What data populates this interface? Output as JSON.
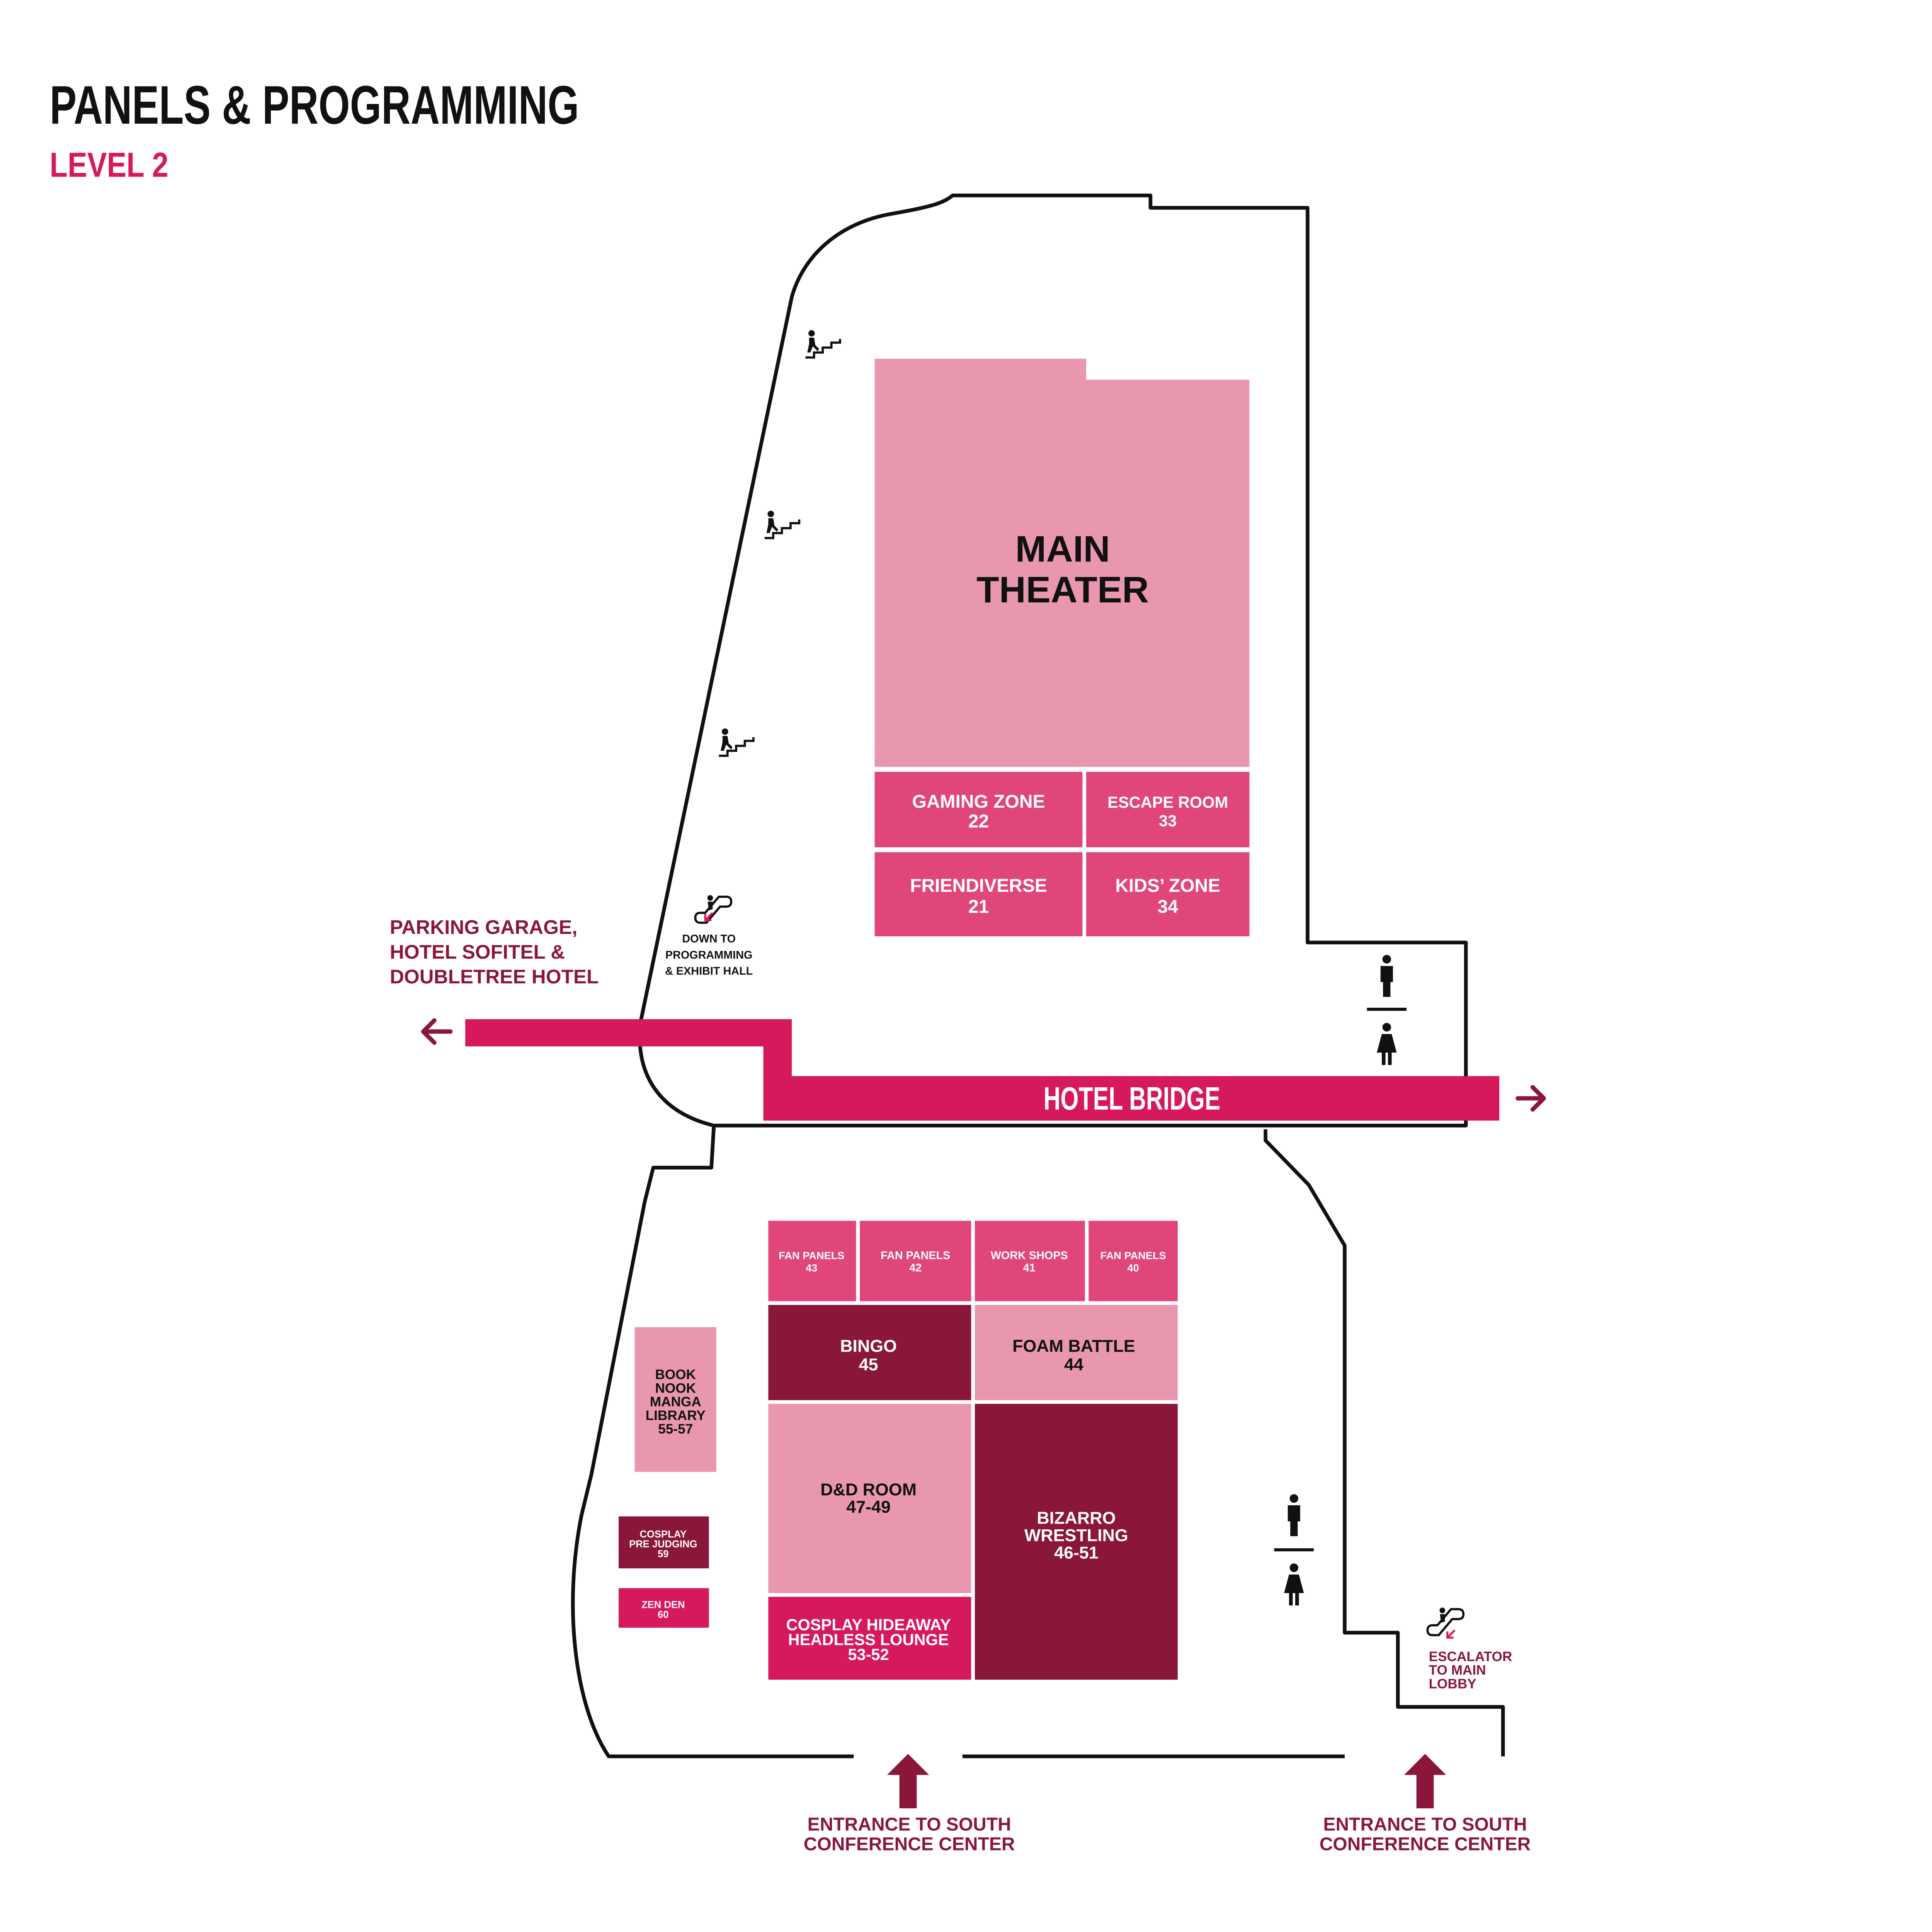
{
  "header": {
    "title": "PANELS & PROGRAMMING",
    "subtitle": "LEVEL 2"
  },
  "colors": {
    "light_pink": "#e897ae",
    "mid_pink": "#e0467c",
    "hot_pink": "#d6195c",
    "maroon": "#8a1739",
    "outline": "#111111",
    "icon_pink": "#d6195c"
  },
  "rooms": {
    "main_theater": {
      "line1": "MAIN",
      "line2": "THEATER"
    },
    "gaming_zone": {
      "name": "GAMING ZONE",
      "number": "22"
    },
    "escape_room": {
      "name": "ESCAPE ROOM",
      "number": "33"
    },
    "friendiverse": {
      "name": "FRIENDIVERSE",
      "number": "21"
    },
    "kids_zone": {
      "name": "KIDS’ ZONE",
      "number": "34"
    },
    "fan_panels_43": {
      "name": "FAN PANELS",
      "number": "43"
    },
    "fan_panels_42": {
      "name": "FAN PANELS",
      "number": "42"
    },
    "work_shops_41": {
      "name": "WORK SHOPS",
      "number": "41"
    },
    "fan_panels_40": {
      "name": "FAN PANELS",
      "number": "40"
    },
    "bingo": {
      "name": "BINGO",
      "number": "45"
    },
    "foam_battle": {
      "name": "FOAM BATTLE",
      "number": "44"
    },
    "dnd_room": {
      "name": "D&D ROOM",
      "number": "47-49"
    },
    "bizarro": {
      "line1": "BIZARRO",
      "line2": "WRESTLING",
      "number": "46-51"
    },
    "cosplay_hideaway": {
      "line1": "COSPLAY HIDEAWAY",
      "line2": "HEADLESS LOUNGE",
      "number": "53-52"
    },
    "book_nook": {
      "line1": "BOOK",
      "line2": "NOOK",
      "line3": "MANGA",
      "line4": "LIBRARY",
      "number": "55-57"
    },
    "cosplay_prejudging": {
      "line1": "COSPLAY",
      "line2": "PRE JUDGING",
      "number": "59"
    },
    "zen_den": {
      "name": "ZEN DEN",
      "number": "60"
    }
  },
  "hotel_bridge": {
    "label": "HOTEL BRIDGE"
  },
  "directions": {
    "parking": {
      "line1": "PARKING GARAGE,",
      "line2": "HOTEL SOFITEL &",
      "line3": "DOUBLETREE HOTEL"
    },
    "down_to": {
      "line1": "DOWN TO",
      "line2": "PROGRAMMING",
      "line3": "& EXHIBIT HALL"
    },
    "escalator_main": {
      "line1": "ESCALATOR",
      "line2": "TO MAIN",
      "line3": "LOBBY"
    },
    "entrance_left": {
      "line1": "ENTRANCE TO SOUTH",
      "line2": "CONFERENCE CENTER"
    },
    "entrance_right": {
      "line1": "ENTRANCE TO SOUTH",
      "line2": "CONFERENCE CENTER"
    }
  },
  "icons": [
    "stairs-icon",
    "escalator-icon",
    "restroom-man-icon",
    "restroom-woman-icon",
    "arrow-left-icon",
    "arrow-right-icon",
    "arrow-up-icon"
  ]
}
